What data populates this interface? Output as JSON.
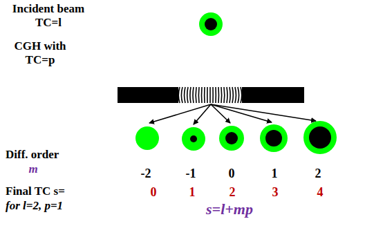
{
  "diagram": {
    "labels": [
      "Incident beam",
      "TC=l",
      "CGH with",
      "TC=p",
      "Diff. order",
      "m",
      "-2",
      "-1",
      "0",
      "1",
      "2",
      "Final TC s=",
      "0",
      "1",
      "2",
      "3",
      "4",
      "for l=2, p=1",
      "s=l+mp"
    ]
  }
}
